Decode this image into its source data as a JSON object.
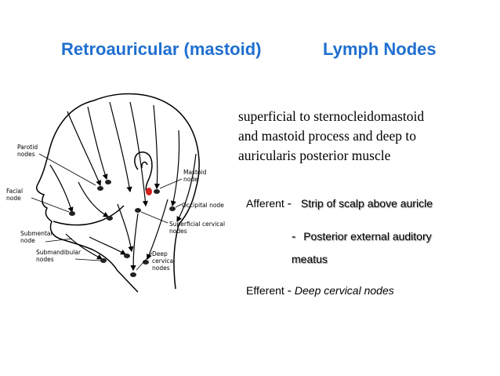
{
  "title": {
    "part1": "Retroauricular (mastoid)",
    "part2": "Lymph Nodes"
  },
  "description": {
    "line1": "superficial to sternocleidomastoid",
    "line2": "and mastoid process and deep to",
    "line3": "auricularis posterior muscle"
  },
  "afferent": {
    "label": "Afferent",
    "dash": "-",
    "item1": "Strip of scalp above auricle",
    "item2_dash": "-",
    "item2_line1": "Posterior external auditory",
    "item2_line2": "meatus"
  },
  "efferent": {
    "label": "Efferent",
    "dash": "-",
    "value": "Deep cervical nodes"
  },
  "diagram": {
    "labels": {
      "parotid": [
        "Parotid",
        "nodes"
      ],
      "facial": [
        "Facial",
        "node"
      ],
      "submental": [
        "Submental",
        "node"
      ],
      "submandibular": [
        "Submandibular",
        "nodes"
      ],
      "mastoid": [
        "Mastoid",
        "node"
      ],
      "occipital": "Occipital node",
      "superficial_cervical": [
        "Superficial cervical",
        "nodes"
      ],
      "deep_cervical": [
        "Deep",
        "cervical",
        "nodes"
      ]
    },
    "highlight_color": "#d42020"
  }
}
